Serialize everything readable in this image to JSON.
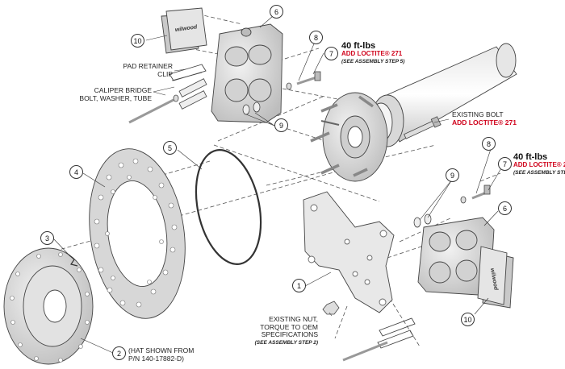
{
  "callouts": {
    "n1": "1",
    "n2": "2",
    "n3": "3",
    "n4": "4",
    "n5": "5",
    "n6": "6",
    "n7": "7",
    "n8": "8",
    "n9": "9",
    "n10": "10"
  },
  "labels": {
    "pad_retainer_1": "PAD RETAINER",
    "pad_retainer_2": "CLIP",
    "caliper_bridge_1": "CALIPER BRIDGE",
    "caliper_bridge_2": "BOLT, WASHER, TUBE",
    "existing_bolt": "EXISTING BOLT",
    "existing_bolt_loctite": "ADD LOCTITE® 271",
    "existing_nut_1": "EXISTING NUT,",
    "existing_nut_2": "TORQUE TO OEM",
    "existing_nut_3": "SPECIFICATIONS",
    "existing_nut_step": "(SEE ASSEMBLY STEP 2)",
    "hat_1": "(HAT SHOWN FROM",
    "hat_2": "P/N 140-17882-D)"
  },
  "torque": {
    "value": "40 ft-lbs",
    "loctite": "ADD LOCTITE® 271",
    "step": "(SEE ASSEMBLY STEP 5)"
  },
  "branding": {
    "pad_logo": "wilwood"
  }
}
